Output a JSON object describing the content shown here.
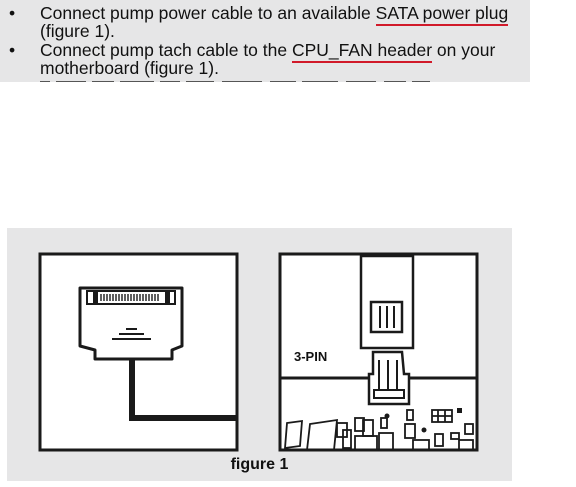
{
  "instructions": [
    {
      "bullet": "•",
      "line1_pre": "Connect pump power cable to an available ",
      "line1_link": "SATA power plug",
      "line2": "(figure 1)."
    },
    {
      "bullet": "•",
      "line1_pre": "Connect pump tach cable to the ",
      "line1_link": "CPU_FAN header",
      "line1_post": " on your",
      "line2": "motherboard (figure 1)."
    }
  ],
  "figure": {
    "pin_label": "3-PIN",
    "caption": "figure 1"
  },
  "colors": {
    "band": "#e6e6e7",
    "underline": "#d11a2a",
    "figure_bg": "#ffffff",
    "stroke": "#1a1a1a"
  }
}
